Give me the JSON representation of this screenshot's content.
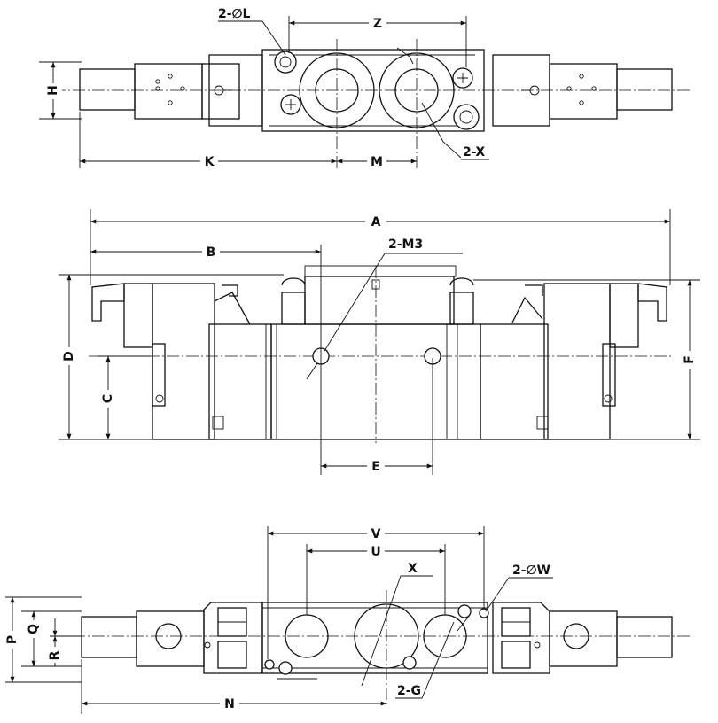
{
  "labels": {
    "top_view": {
      "diameter_L": "2-∅L",
      "Z": "Z",
      "H": "H",
      "K": "K",
      "M": "M",
      "X": "2-X"
    },
    "front_view": {
      "A": "A",
      "B": "B",
      "M3": "2-M3",
      "D": "D",
      "C": "C",
      "F": "F",
      "E": "E"
    },
    "bottom_view": {
      "V": "V",
      "U": "U",
      "X": "X",
      "diameter_W": "2-∅W",
      "P": "P",
      "Q": "Q",
      "R": "R",
      "G": "2-G",
      "N": "N"
    }
  }
}
